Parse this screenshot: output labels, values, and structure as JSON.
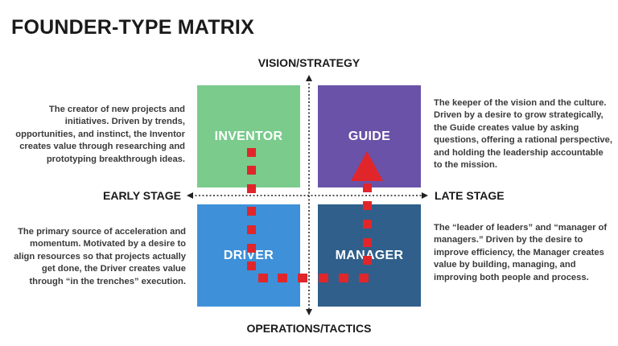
{
  "title": "FOUNDER-TYPE MATRIX",
  "axes": {
    "top": "VISION/STRATEGY",
    "bottom": "OPERATIONS/TACTICS",
    "left": "EARLY STAGE",
    "right": "LATE STAGE"
  },
  "quadrants": {
    "inventor": {
      "label": "INVENTOR",
      "color": "#7acb8c",
      "description": "The creator of new projects and initiatives. Driven by trends, opportunities, and instinct, the Inventor creates value through researching and prototyping breakthrough ideas."
    },
    "guide": {
      "label": "GUIDE",
      "color": "#6a52a8",
      "description": "The keeper of the vision and the culture. Driven by a desire to grow strategically, the Guide creates value by asking questions, offering a rational perspective, and holding the leadership accountable to the mission."
    },
    "driver": {
      "label": "DRIVER",
      "color": "#3e91d8",
      "description": "The primary source of acceleration and momentum. Motivated by a desire to align resources so that projects actually get done, the Driver creates value through “in the trenches” execution."
    },
    "manager": {
      "label": "MANAGER",
      "color": "#2f5f8a",
      "description": "The “leader of leaders” and “manager of managers.” Driven by the desire to improve efficiency, the Manager creates value by building, managing, and improving both people and process."
    }
  },
  "path_color": "#e0262b"
}
